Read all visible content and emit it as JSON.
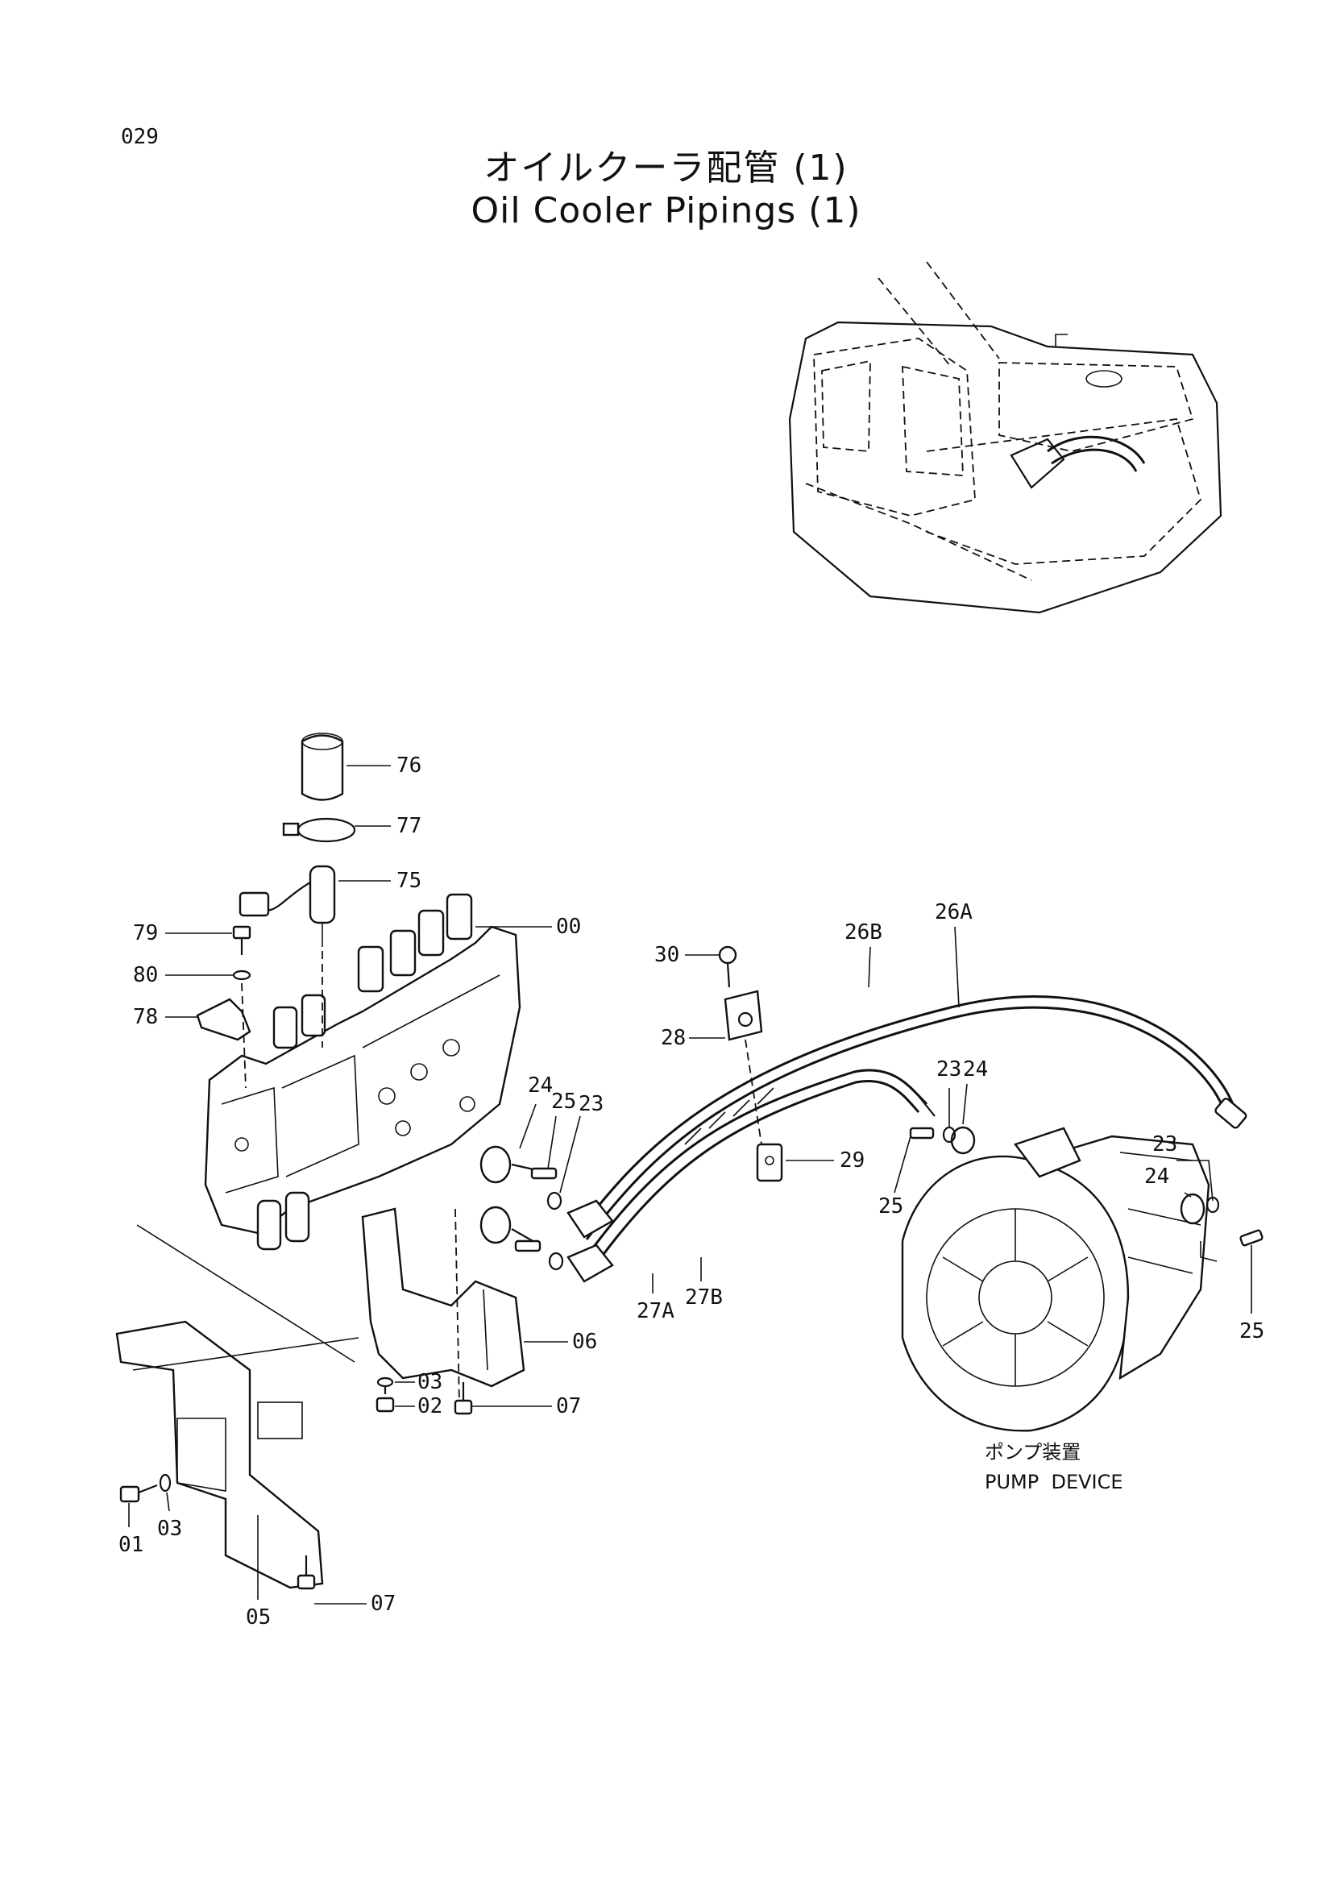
{
  "page": {
    "number": "029",
    "title_jp": "オイルクーラ配管 (1)",
    "title_en": "Oil Cooler Pipings (1)"
  },
  "pump_device": {
    "label_jp": "ポンプ装置",
    "label_en": "PUMP  DEVICE"
  },
  "callouts": [
    {
      "id": "76",
      "text": "76"
    },
    {
      "id": "77",
      "text": "77"
    },
    {
      "id": "75",
      "text": "75"
    },
    {
      "id": "00",
      "text": "00"
    },
    {
      "id": "79",
      "text": "79"
    },
    {
      "id": "80",
      "text": "80"
    },
    {
      "id": "78",
      "text": "78"
    },
    {
      "id": "30",
      "text": "30"
    },
    {
      "id": "26b",
      "text": "26B"
    },
    {
      "id": "26a",
      "text": "26A"
    },
    {
      "id": "28",
      "text": "28"
    },
    {
      "id": "24a",
      "text": "24"
    },
    {
      "id": "25a",
      "text": "25"
    },
    {
      "id": "23a",
      "text": "23"
    },
    {
      "id": "29",
      "text": "29"
    },
    {
      "id": "23b",
      "text": "23"
    },
    {
      "id": "24b",
      "text": "24"
    },
    {
      "id": "25b",
      "text": "25"
    },
    {
      "id": "23c",
      "text": "23"
    },
    {
      "id": "24c",
      "text": "24"
    },
    {
      "id": "27b",
      "text": "27B"
    },
    {
      "id": "27a",
      "text": "27A"
    },
    {
      "id": "06",
      "text": "06"
    },
    {
      "id": "25c",
      "text": "25"
    },
    {
      "id": "03a",
      "text": "03"
    },
    {
      "id": "02",
      "text": "02"
    },
    {
      "id": "07a",
      "text": "07"
    },
    {
      "id": "01",
      "text": "01"
    },
    {
      "id": "03b",
      "text": "03"
    },
    {
      "id": "05",
      "text": "05"
    },
    {
      "id": "07b",
      "text": "07"
    }
  ]
}
